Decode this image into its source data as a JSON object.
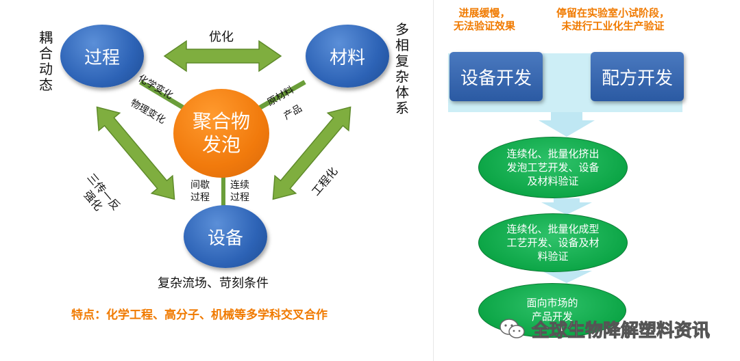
{
  "left": {
    "nodes": {
      "process": "过程",
      "materials": "材料",
      "equipment": "设备",
      "center_line1": "聚合物",
      "center_line2": "发泡"
    },
    "side_labels": {
      "coupled_dynamics": "耦合动态",
      "multiphase_complex": "多相复杂体系",
      "complex_flow": "复杂流场、苛刻条件"
    },
    "arrow_labels": {
      "optimize": "优化",
      "transfer_line1": "三传一反",
      "transfer_line2": "强化",
      "engineering": "工程化"
    },
    "spoke_labels": {
      "chemical_change": "化学变化",
      "physical_change": "物理变化",
      "raw_material": "原材料",
      "product": "产品",
      "batch_line1": "间歇",
      "batch_line2": "过程",
      "continuous_line1": "连续",
      "continuous_line2": "过程"
    },
    "footer": "特点：化学工程、高分子、机械等多学科交叉合作"
  },
  "right": {
    "notes": [
      {
        "line1": "进展缓慢，",
        "line2": "无法验证效果"
      },
      {
        "line1": "停留在实验室小试阶段，",
        "line2": "未进行工业化生产验证"
      }
    ],
    "boxes": [
      "设备开发",
      "配方开发"
    ],
    "steps": [
      {
        "line1": "连续化、批量化挤出",
        "line2": "发泡工艺开发、设备",
        "line3": "及材料验证"
      },
      {
        "line1": "连续化、批量化成型",
        "line2": "工艺开发、设备及材",
        "line3": "料验证"
      },
      {
        "line1": "面向市场的",
        "line2": "产品开发"
      }
    ]
  },
  "watermark": "全球生物降解塑料资讯",
  "colors": {
    "blue": "#2d63b6",
    "orange": "#f17a0c",
    "green": "#0da647",
    "arrow_green": "#7fae3f",
    "light_blue": "#c8ebf4",
    "accent_text": "#f07a00"
  }
}
